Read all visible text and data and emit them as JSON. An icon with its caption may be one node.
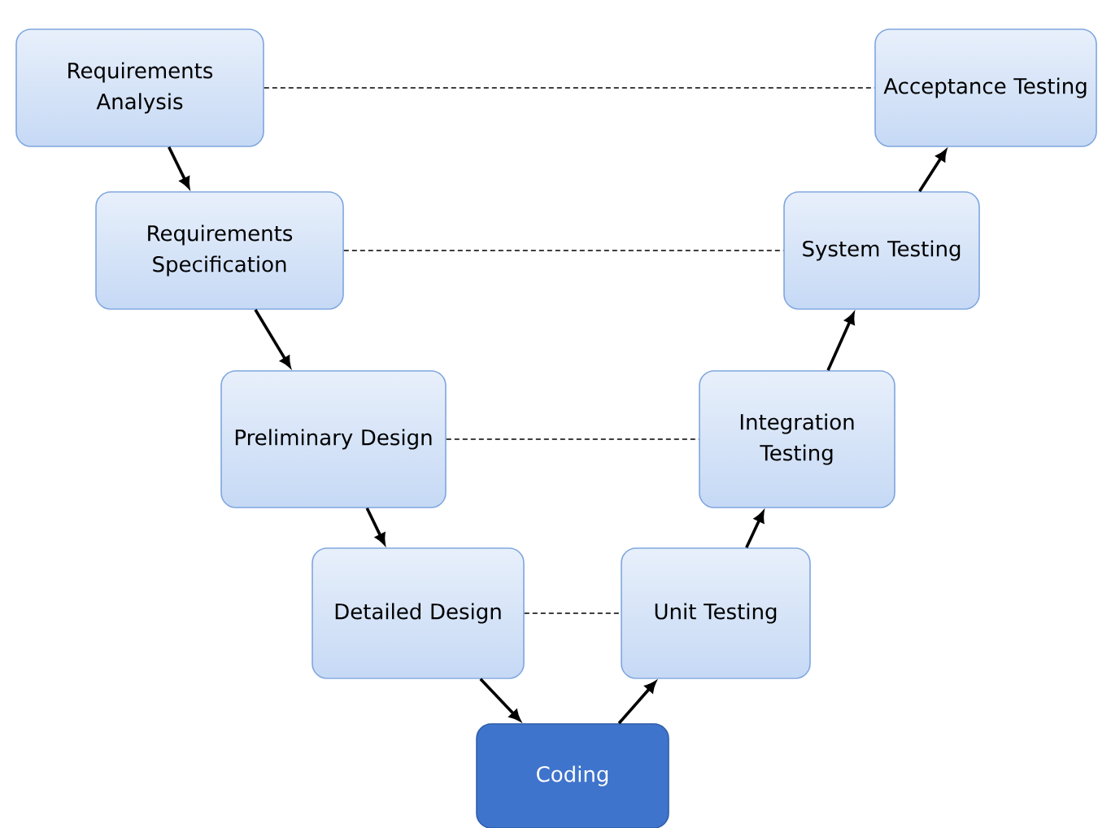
{
  "diagram": {
    "nodes": [
      {
        "text": [
          "Requirements Analysis"
        ]
      },
      {
        "text": [
          "Requirements Specification"
        ]
      },
      {
        "text": [
          "Preliminary Design"
        ]
      },
      {
        "text": [
          "Detailed Design"
        ]
      },
      {
        "text": [
          "Coding"
        ]
      },
      {
        "text": [
          "Unit Testing"
        ]
      },
      {
        "text": [
          "Integration Testing"
        ]
      },
      {
        "text": [
          "System Testing"
        ]
      },
      {
        "text": [
          "Acceptance Testing"
        ]
      }
    ],
    "edges": [
      {
        "from": 0,
        "to": 1,
        "arrow": "to"
      },
      {
        "from": 1,
        "to": 2,
        "arrow": "to"
      },
      {
        "from": 2,
        "to": 3,
        "arrow": "to"
      },
      {
        "from": 3,
        "to": 4,
        "arrow": "to"
      },
      {
        "from": 4,
        "to": 5,
        "arrow": "to"
      },
      {
        "from": 5,
        "to": 6,
        "arrow": "to"
      },
      {
        "from": 6,
        "to": 7,
        "arrow": "to"
      },
      {
        "from": 7,
        "to": 8,
        "arrow": "to"
      },
      {
        "from": 0,
        "to": 8,
        "arrow": "none",
        "style": "dashed"
      },
      {
        "from": 1,
        "to": 7,
        "arrow": "none",
        "style": "dashed"
      },
      {
        "from": 2,
        "to": 6,
        "arrow": "none",
        "style": "dashed"
      },
      {
        "from": 3,
        "to": 5,
        "arrow": "none",
        "style": "dashed"
      }
    ]
  }
}
